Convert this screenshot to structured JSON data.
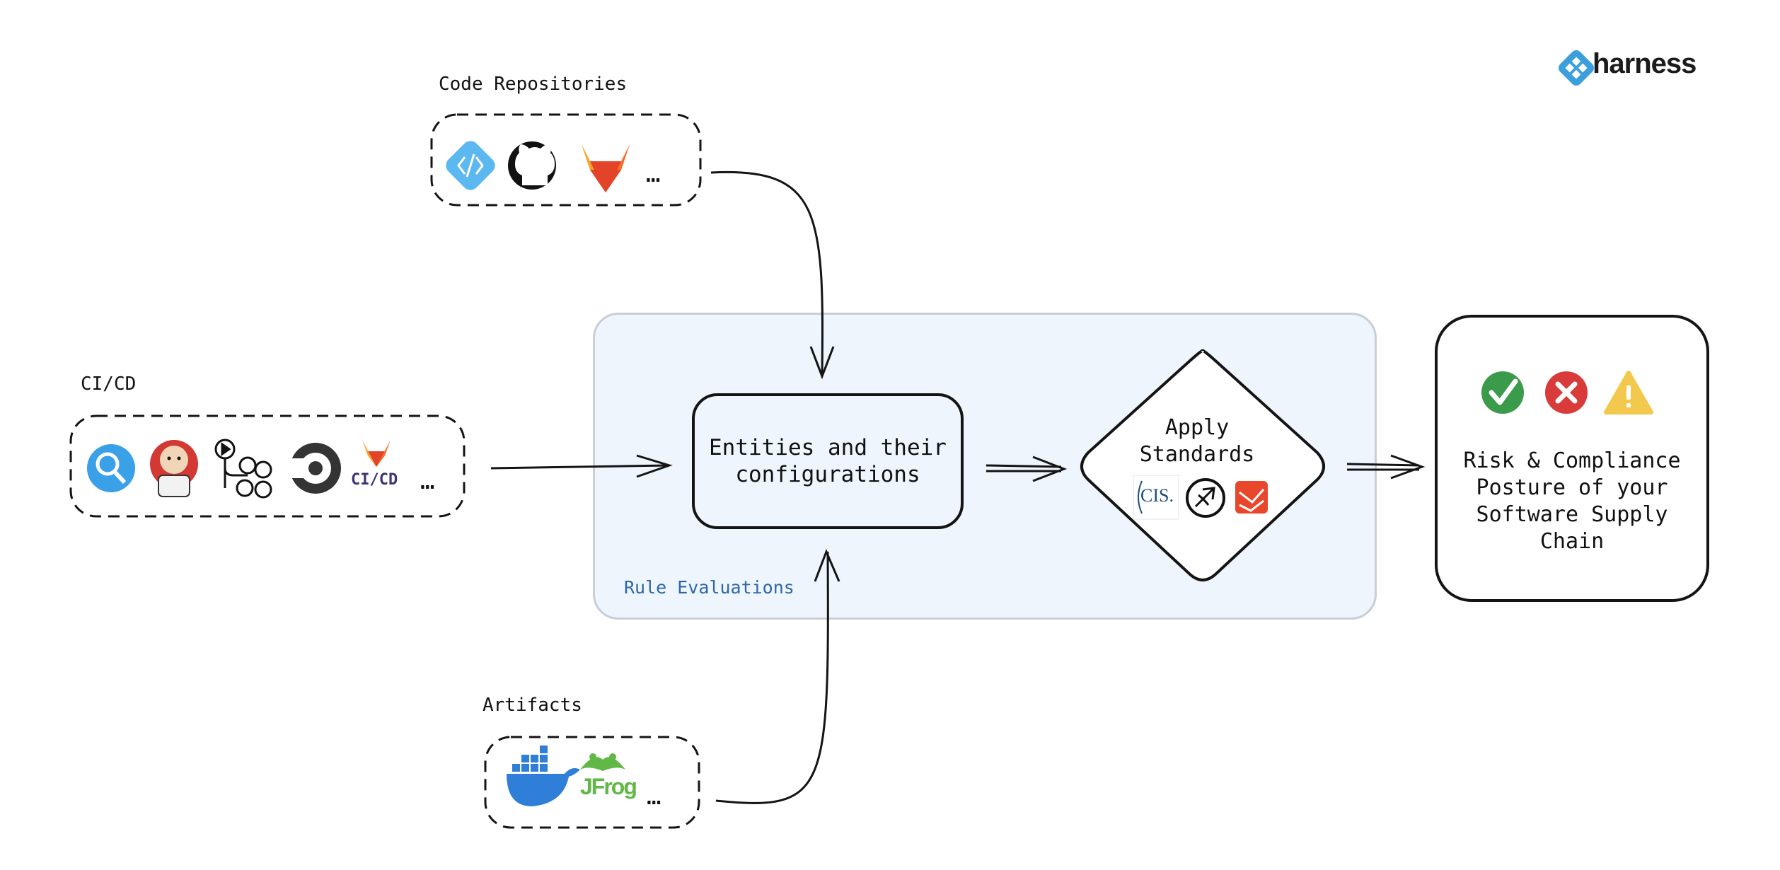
{
  "logo": {
    "text": "harness",
    "color": "#3b9fdc"
  },
  "sources": {
    "code_repositories": {
      "label": "Code Repositories",
      "icons": [
        "azure-repos-icon",
        "github-icon",
        "gitlab-icon"
      ],
      "more": "…"
    },
    "cicd": {
      "label": "CI/CD",
      "icons": [
        "harness-ci-icon",
        "jenkins-icon",
        "github-actions-icon",
        "circleci-icon",
        "gitlab-cicd-icon"
      ],
      "gitlab_cicd_text": "CI/CD",
      "more": "…"
    },
    "artifacts": {
      "label": "Artifacts",
      "icons": [
        "docker-icon",
        "jfrog-icon"
      ],
      "jfrog_text": "JFrog",
      "more": "…"
    }
  },
  "rule_evaluations": {
    "label": "Rule Evaluations",
    "background": "#eef5fd",
    "label_color": "#2f66a8"
  },
  "entities": {
    "text": "Entities and their\nconfigurations"
  },
  "apply_standards": {
    "text": "Apply\nStandards",
    "icons": [
      "cis-icon",
      "owasp-icon",
      "stride-icon"
    ],
    "cis_text": "CIS."
  },
  "result": {
    "text": "Risk & Compliance\nPosture of your\nSoftware Supply\nChain",
    "icons": [
      "pass-check-icon",
      "fail-x-icon",
      "warning-icon"
    ],
    "colors": {
      "pass": "#3a9b4a",
      "fail": "#d93a3a",
      "warn": "#f2c94c"
    }
  }
}
